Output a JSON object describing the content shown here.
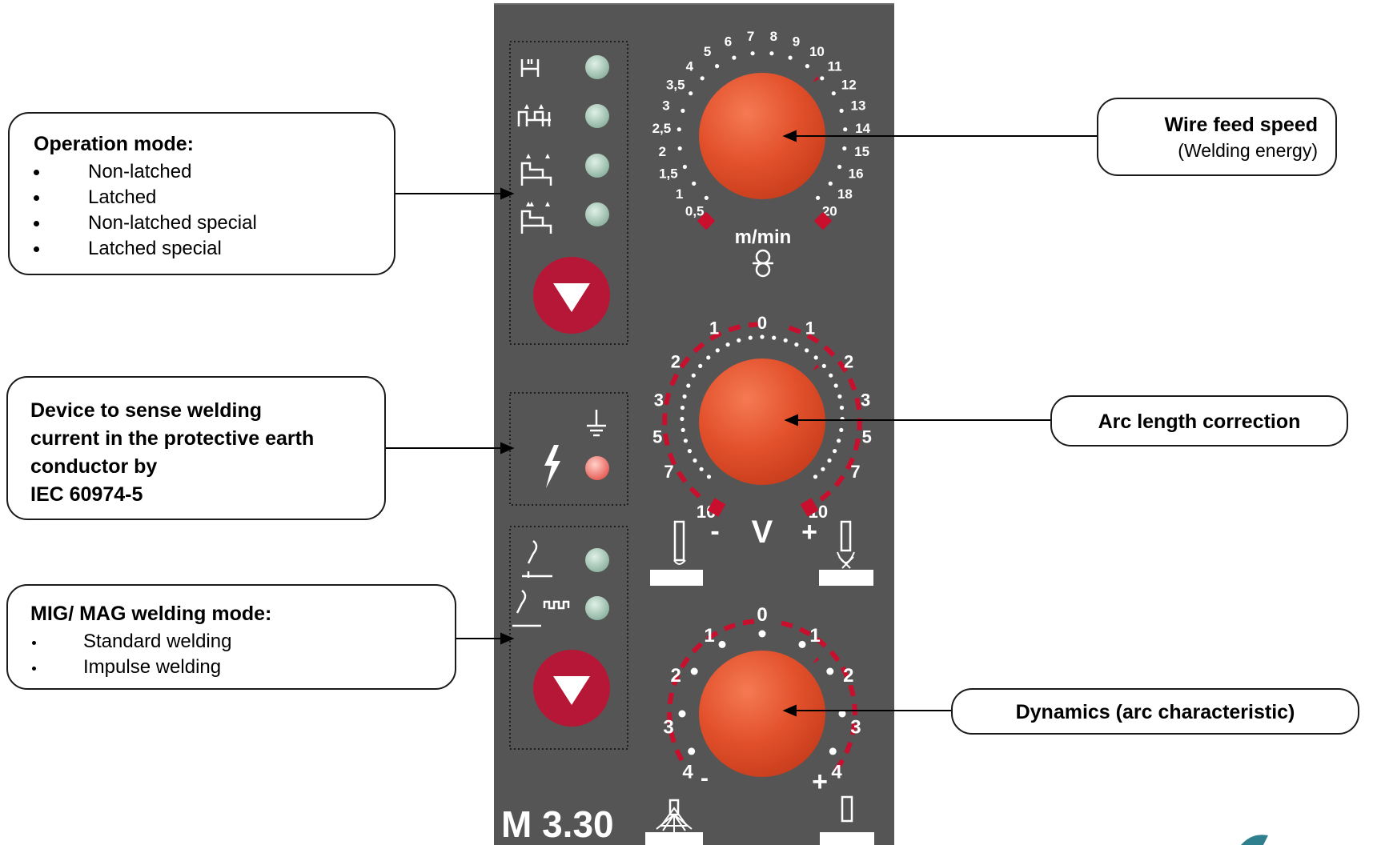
{
  "operation_mode": {
    "title": "Operation mode:",
    "items": [
      "Non-latched",
      "Latched",
      "Non-latched special",
      "Latched special"
    ]
  },
  "sense_device": {
    "lines": [
      "Device to sense welding",
      "current in the protective earth",
      "conductor by",
      "IEC 60974-5"
    ]
  },
  "mig_mag": {
    "title": "MIG/ MAG welding mode:",
    "items": [
      "Standard welding",
      "Impulse welding"
    ]
  },
  "wire_feed": {
    "title": "Wire feed speed",
    "subtitle": "(Welding energy)"
  },
  "arc_length": {
    "title": "Arc length correction"
  },
  "dynamics": {
    "title": "Dynamics (arc characteristic)"
  },
  "panel": {
    "model": "M 3.30",
    "wire_scale": [
      "0,5",
      "1",
      "1,5",
      "2",
      "2,5",
      "3",
      "3,5",
      "4",
      "5",
      "6",
      "7",
      "8",
      "9",
      "10",
      "11",
      "12",
      "13",
      "14",
      "15",
      "16",
      "18",
      "20"
    ],
    "wire_unit": "m/min",
    "arc_scale_left": [
      "10",
      "7",
      "5",
      "3",
      "2",
      "1"
    ],
    "arc_scale_right": [
      "1",
      "2",
      "3",
      "5",
      "7",
      "10"
    ],
    "arc_zero": "0",
    "arc_unit": "V",
    "minus": "-",
    "plus": "+",
    "dyn_scale_left": [
      "4",
      "3",
      "2",
      "1"
    ],
    "dyn_scale_right": [
      "1",
      "2",
      "3",
      "4"
    ],
    "dyn_zero": "0"
  },
  "colors": {
    "panel": "#555555",
    "knob": "#e2502b",
    "button": "#b71736",
    "accent_red": "#c8102e",
    "led_green": "#a9c7b9",
    "led_red": "#f07a70"
  },
  "icons": [
    "non-latched-icon",
    "latched-icon",
    "non-latched-special-icon",
    "latched-special-icon",
    "ground-icon",
    "lightning-icon",
    "mig-torch-icon",
    "impulse-torch-icon",
    "wire-reel-icon",
    "arc-short-icon",
    "arc-long-icon",
    "arc-soft-icon",
    "arc-hard-icon"
  ]
}
